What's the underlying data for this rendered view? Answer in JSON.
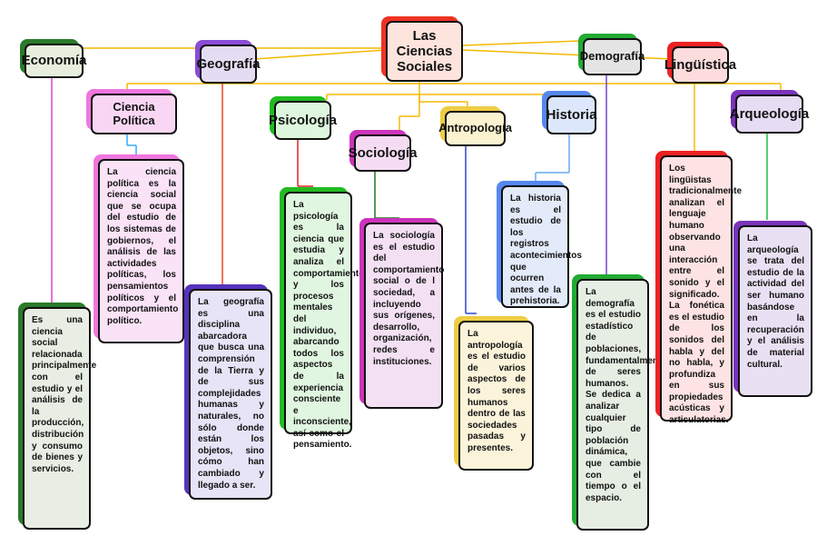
{
  "main": {
    "title": "Las Ciencias Sociales"
  },
  "topics": {
    "economia": {
      "label": "Economía",
      "text": "Es una ciencia social relacionada principalmente con el estudio y el análisis de la producción, distribución y consumo de bienes y servicios."
    },
    "ciencia_politica": {
      "label": "Ciencia Política",
      "text": "La ciencia política es la ciencia social que se ocupa del estudio de los sistemas de gobiernos, el análisis de las actividades políticas, los pensamientos políticos y el comportamiento político."
    },
    "geografia": {
      "label": "Geografía",
      "text": "La geografía es una disciplina abarcadora que busca una comprensión de la Tierra y de sus complejidades humanas y naturales, no sólo donde están los objetos, sino cómo han cambiado y llegado a ser."
    },
    "psicologia": {
      "label": "Psicología",
      "text": "La psicología es la ciencia que estudia y analiza el comportamiento y los procesos mentales del individuo, abarcando todos los aspectos de la experiencia consciente e inconsciente, así como el pensamiento."
    },
    "sociologia": {
      "label": "Sociología",
      "text": "La sociología es el estudio del comportamiento social o de l sociedad, a incluyendo sus orígenes, desarrollo, organización, redes e instituciones."
    },
    "antropologia": {
      "label": "Antropología",
      "text": "La antropología es el estudio de varios aspectos de los seres humanos dentro de las sociedades pasadas y presentes."
    },
    "historia": {
      "label": "Historia",
      "text": "La historia es el estudio de los registros acontecimientos que ocurren antes de la prehistoria."
    },
    "demografia": {
      "label": "Demografía",
      "text": "La demografía es el estudio estadístico de poblaciones, fundamentalmente de seres humanos. Se dedica a analizar cualquier tipo de población dinámica, que cambie con el tiempo o el espacio."
    },
    "linguistica": {
      "label": "Lingüística",
      "text": "Los lingüistas tradicionalmente analizan el lenguaje humano observando una interacción entre el sonido y el significado. La fonética es el estudio de los sonidos del habla y del no habla, y profundiza en sus propiedades acústicas y articulatorias."
    },
    "arqueologia": {
      "label": "Arqueología",
      "text": "La arqueología se trata del estudio de la actividad del ser humano basándose en la recuperación y el análisis de material cultural."
    }
  },
  "colors": {
    "economia": "#2a7a2a",
    "ciencia_politica": "#ee77dd",
    "geografia": "#8a4bd8",
    "psicologia": "#22bb22",
    "sociologia": "#cc33bb",
    "antropologia": "#eecc44",
    "historia": "#5588ee",
    "demografia": "#22aa33",
    "linguistica": "#ee2222",
    "arqueologia": "#7a33bb",
    "main": "#ee3322",
    "connector": "#f5b800"
  }
}
